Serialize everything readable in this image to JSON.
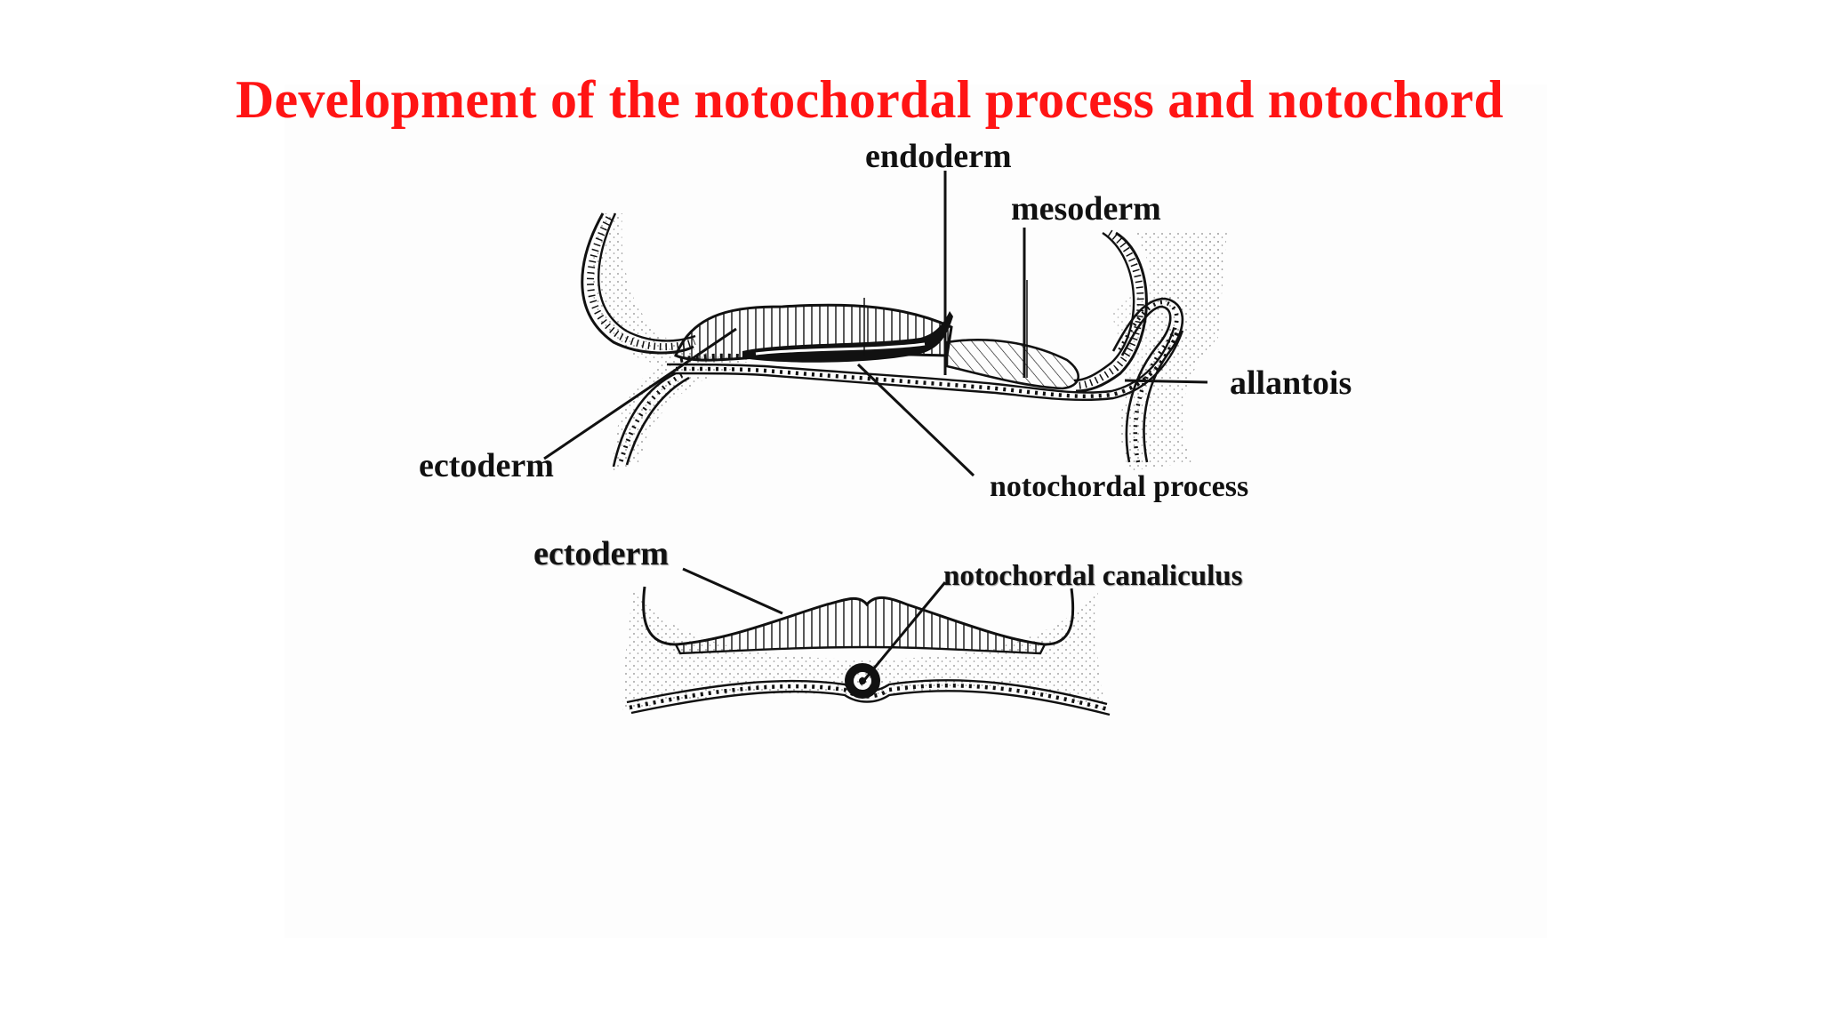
{
  "slide": {
    "title": "Development of the notochordal process and notochord",
    "title_color": "#ff1414"
  },
  "labels": {
    "endoderm": "endoderm",
    "mesoderm": "mesoderm",
    "allantois": "allantois",
    "ectoderm_top": "ectoderm",
    "notochordal_process": "notochordal process",
    "ectoderm_bottom": "ectoderm",
    "notochordal_canaliculus": "notochordal canaliculus"
  },
  "colors": {
    "ink": "#111111",
    "stipple": "#8a8a8a"
  }
}
